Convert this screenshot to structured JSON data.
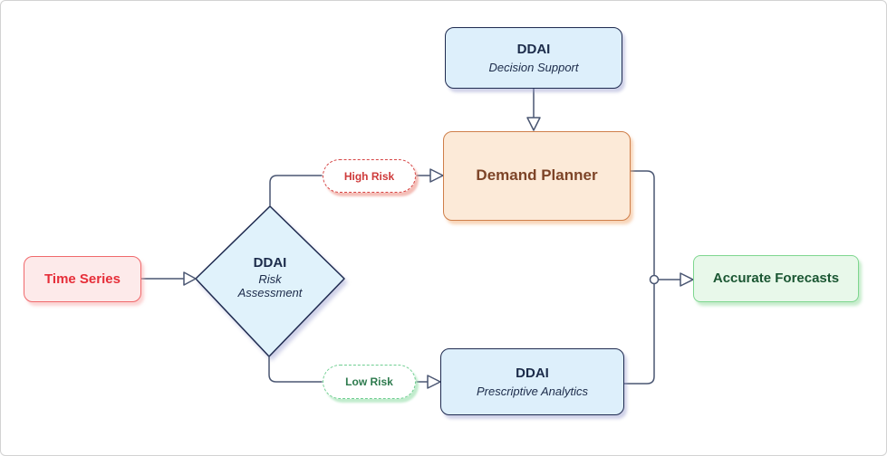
{
  "diagram": {
    "type": "flowchart",
    "background": "#ffffff",
    "edge_color": "#4a5672",
    "nodes": {
      "time_series": {
        "label": "Time Series",
        "shape": "rounded-rect",
        "fill": "#fdeaea",
        "border": "#f0696c",
        "text_color": "#e62e39"
      },
      "risk_assessment": {
        "title": "DDAI",
        "subtitle": "Risk Assessment",
        "shape": "diamond",
        "fill": "#e0f2fb",
        "border": "#1f2b50",
        "text_color": "#1c2b4a"
      },
      "decision_support": {
        "title": "DDAI",
        "subtitle": "Decision Support",
        "shape": "rounded-rect",
        "fill": "#ddeffb",
        "border": "#1f2b50",
        "text_color": "#1c2b4a"
      },
      "demand_planner": {
        "label": "Demand Planner",
        "shape": "rounded-rect",
        "fill": "#fcead8",
        "border": "#cf7f4a",
        "text_color": "#7d4427"
      },
      "prescriptive_analytics": {
        "title": "DDAI",
        "subtitle": "Prescriptive Analytics",
        "shape": "rounded-rect",
        "fill": "#ddeffb",
        "border": "#1f2b50",
        "text_color": "#1c2b4a"
      },
      "accurate_forecasts": {
        "label": "Accurate Forecasts",
        "shape": "rounded-rect",
        "fill": "#e8f8ea",
        "border": "#7ed68f",
        "text_color": "#1a5632"
      }
    },
    "edge_labels": {
      "high_risk": {
        "label": "High Risk",
        "style": "dashed-pill",
        "border": "#d64545",
        "text_color": "#ce3a3a"
      },
      "low_risk": {
        "label": "Low Risk",
        "style": "dashed-pill",
        "border": "#6fce91",
        "text_color": "#2d7a4d"
      }
    },
    "edges": [
      {
        "from": "time_series",
        "to": "risk_assessment"
      },
      {
        "from": "risk_assessment",
        "to": "demand_planner",
        "label": "High Risk"
      },
      {
        "from": "risk_assessment",
        "to": "prescriptive_analytics",
        "label": "Low Risk"
      },
      {
        "from": "decision_support",
        "to": "demand_planner"
      },
      {
        "from": "demand_planner",
        "to": "accurate_forecasts"
      },
      {
        "from": "prescriptive_analytics",
        "to": "accurate_forecasts"
      }
    ]
  }
}
